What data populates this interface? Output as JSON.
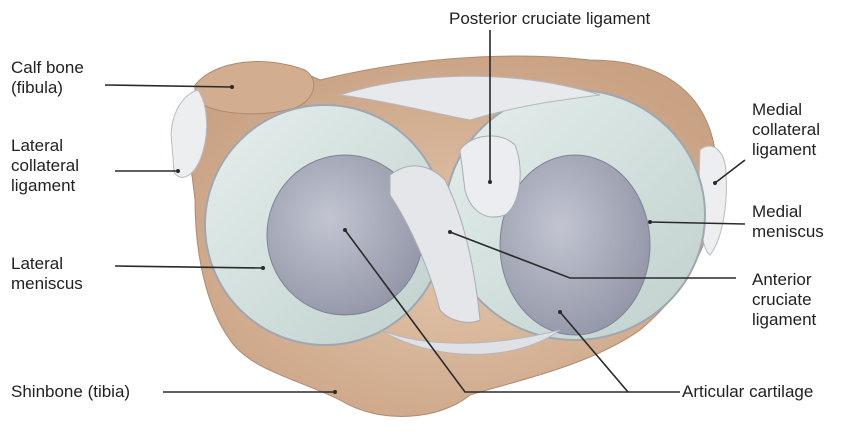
{
  "labels": {
    "posterior_cruciate": [
      "Posterior cruciate ligament"
    ],
    "calf_bone": [
      "Calf bone",
      "(fibula)"
    ],
    "lateral_collateral": [
      "Lateral",
      "collateral",
      "ligament"
    ],
    "lateral_meniscus": [
      "Lateral",
      "meniscus"
    ],
    "shinbone": [
      "Shinbone (tibia)"
    ],
    "medial_collateral": [
      "Medial",
      "collateral",
      "ligament"
    ],
    "medial_meniscus": [
      "Medial",
      "meniscus"
    ],
    "anterior_cruciate": [
      "Anterior",
      "cruciate",
      "ligament"
    ],
    "articular_cartilage": [
      "Articular cartilage"
    ]
  },
  "colors": {
    "bone": "#d7b69a",
    "meniscus": "#d6e4e1",
    "cartilage": "#a9adbc",
    "ligament": "#e6e7ea",
    "leader_line": "#2a2a2a"
  }
}
